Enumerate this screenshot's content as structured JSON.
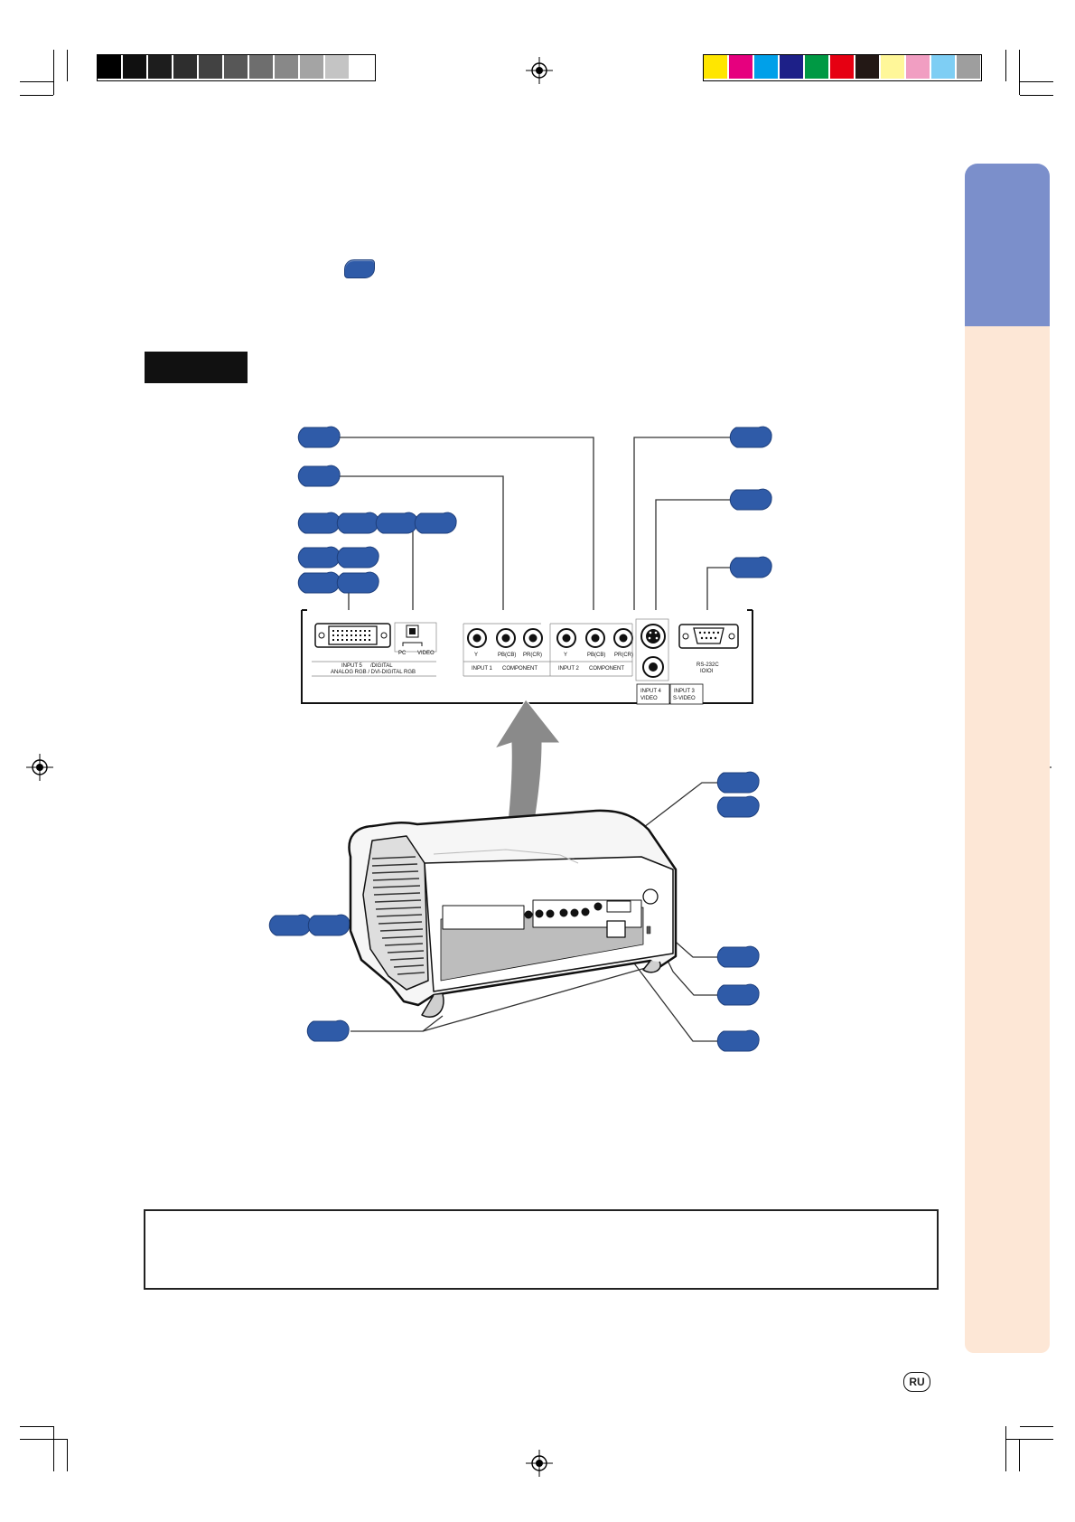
{
  "page": {
    "background": "#ffffff",
    "side_tab_color": "#7b8fcb",
    "side_band_color": "#fde7d6",
    "badge_color": "#2f5ba8",
    "language_badge": "RU"
  },
  "color_bar_left": [
    "#000000",
    "#101010",
    "#1d1d1d",
    "#2e2e2e",
    "#424242",
    "#575757",
    "#6e6e6e",
    "#888888",
    "#a4a4a4",
    "#c4c4c4",
    "#ffffff"
  ],
  "color_bar_right": [
    "#ffe600",
    "#e6007e",
    "#00a0e9",
    "#1d2088",
    "#009944",
    "#e60012",
    "#231815",
    "#fff799",
    "#f19ec2",
    "#7ecef4",
    "#9e9e9e"
  ],
  "panel": {
    "dvi_label_1": "INPUT 5",
    "dvi_label_2": "/DIGITAL",
    "dvi_label_3": "ANALOG RGB / DVI-DIGITAL RGB",
    "switch_pc": "PC",
    "switch_video": "VIDEO",
    "comp1_y": "Y",
    "comp1_pb": "PB(CB)",
    "comp1_pr": "PR(CR)",
    "comp1_label": "INPUT 1",
    "comp1_suffix": "COMPONENT",
    "comp2_y": "Y",
    "comp2_pb": "PB(CB)",
    "comp2_pr": "PR(CR)",
    "comp2_label": "INPUT 2",
    "comp2_suffix": "COMPONENT",
    "input4_line1": "INPUT 4",
    "input4_line2": "VIDEO",
    "input3_line1": "INPUT 3",
    "input3_line2": "S-VIDEO",
    "rs232_line1": "RS-232C",
    "rs232_line2": "IOIOI"
  }
}
